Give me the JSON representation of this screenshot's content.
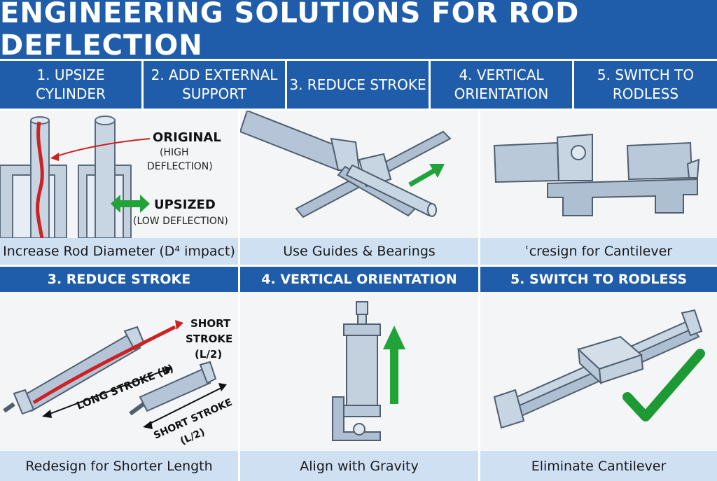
{
  "title": "ENGINEERING SOLUTIONS FOR ROD DEFLECTION",
  "top_headers": [
    "1. UPSIZE CYLINDER",
    "2. ADD EXTERNAL SUPPORT",
    "3. REDUCE STROKE",
    "4. VERTICAL ORIENTATION",
    "5. SWITCH TO RODLESS"
  ],
  "top_row": {
    "panel1": {
      "original_label": "ORIGINAL",
      "original_sub1": "(HIGH",
      "original_sub2": "DEFLECTION)",
      "upsized_label": "UPSIZED",
      "upsized_sub": "(LOW DEFLECTION)",
      "caption": "Increase Rod Diameter (D⁴ impact)"
    },
    "panel2": {
      "caption": "Use Guides & Bearings"
    },
    "panel3": {
      "caption": "ʿcresign for Cantilever"
    }
  },
  "bottom_headers": [
    "3. REDUCE STROKE",
    "4. VERTICAL ORIENTATION",
    "5. SWITCH TO RODLESS"
  ],
  "bottom_row": {
    "panel1": {
      "short_stroke_1": "SHORT",
      "short_stroke_2": "STROKE",
      "short_stroke_3": "(L/2)",
      "long_stroke": "LONG STROKE (L)",
      "short_stroke_b1": "SHORT STROKE",
      "short_stroke_b2": "(L/2)",
      "caption": "Redesign for Shorter Length"
    },
    "panel2": {
      "caption": "Align with Gravity"
    },
    "panel3": {
      "caption": "Eliminate Cantilever"
    }
  },
  "colors": {
    "header_blue": "#1f5dab",
    "caption_blue": "#cfe0f3",
    "steel": "#aebfd2",
    "red": "#cc2222",
    "green": "#22a33a",
    "check_green": "#1e9a34"
  }
}
